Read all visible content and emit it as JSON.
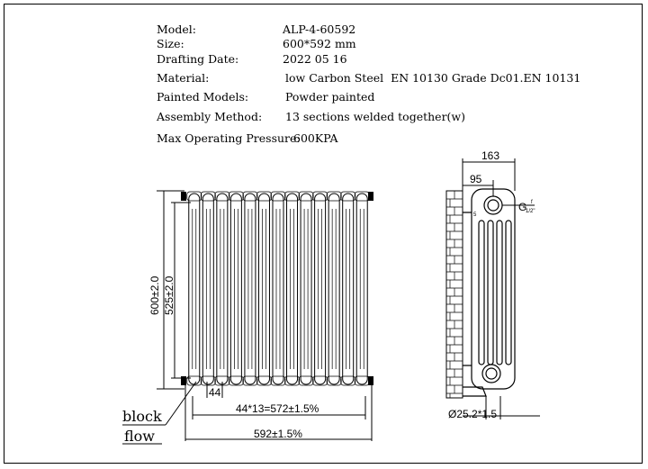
{
  "specs": [
    {
      "label": "Model:",
      "value": "ALP-4-60592"
    },
    {
      "label": "Size:",
      "value": "600*592 mm"
    },
    {
      "label": "Drafting Date:",
      "value": "2022 05 16"
    },
    {
      "label": "Material:",
      "value": "low Carbon Steel  EN 10130 Grade Dc01.EN 10131"
    },
    {
      "label": "Painted Models:",
      "value": "Powder painted"
    },
    {
      "label": "Assembly Method:",
      "value": "13 sections welded together(w)"
    },
    {
      "label": "Max Operating Pressure:",
      "value": "600KPA"
    }
  ],
  "front_view": {
    "sections": 13,
    "dim_height_total": "600±2.0",
    "dim_height_centers": "525±2.0",
    "dim_section_pitch": "44",
    "dim_centers_width": "44*13=572±1.5%",
    "dim_total_width": "592±1.5%"
  },
  "side_view": {
    "columns": 4,
    "dim_depth": "163",
    "dim_bracket": "95",
    "dim_thread": "G",
    "dim_thread_size": "1/2\"",
    "dim_angle_a": "f",
    "dim_angle_b": "5",
    "dim_pipe": "Ø25.2*1.5"
  },
  "legend": {
    "block": "block",
    "flow": "flow"
  }
}
